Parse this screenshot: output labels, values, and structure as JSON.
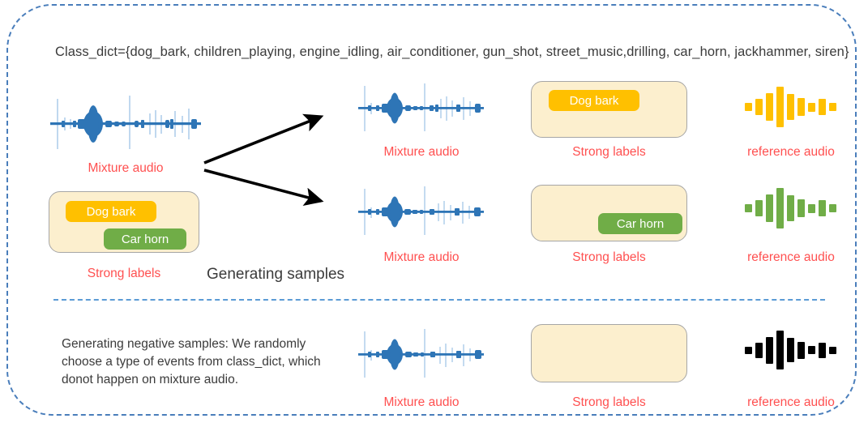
{
  "figure": {
    "class_dict_line": "Class_dict={dog_bark, children_playing, engine_idling, air_conditioner, gun_shot, street_music,drilling, car_horn, jackhammer, siren}",
    "generating_samples_label": "Generating samples",
    "negative_samples_text": "Generating negative samples: We randomly choose a type of events from class_dict, which donot happen on mixture audio."
  },
  "colors": {
    "frame_dash": "#4A7EBB",
    "divider_dash": "#5B9BD5",
    "caption_red": "#FF5050",
    "box_fill": "#FCEFCE",
    "box_border": "#A6A6A6",
    "badge_dog_bark": "#FFC000",
    "badge_car_horn": "#70AD47",
    "waveform_blue": "#2E75B6",
    "waveform_blue_light": "#9DC3E6",
    "reference_orange": "#FFC000",
    "reference_green": "#70AD47",
    "reference_black": "#000000",
    "body_text": "#3B3B3B"
  },
  "source": {
    "mixture_caption": "Mixture audio",
    "strong_labels_caption": "Strong labels",
    "badges": [
      {
        "text": "Dog bark",
        "kind": "dog"
      },
      {
        "text": "Car horn",
        "kind": "car"
      }
    ]
  },
  "rows": [
    {
      "id": "positive-dog-bark",
      "mixture_caption": "Mixture audio",
      "strong_labels_caption": "Strong labels",
      "reference_caption": "reference audio",
      "badge": {
        "text": "Dog bark",
        "kind": "dog"
      },
      "reference_color": "#FFC000"
    },
    {
      "id": "positive-car-horn",
      "mixture_caption": "Mixture audio",
      "strong_labels_caption": "Strong labels",
      "reference_caption": "reference audio",
      "badge": {
        "text": "Car horn",
        "kind": "car"
      },
      "reference_color": "#70AD47"
    },
    {
      "id": "negative-sample",
      "mixture_caption": "Mixture audio",
      "strong_labels_caption": "Strong labels",
      "reference_caption": "reference audio",
      "badge": null,
      "reference_color": "#000000"
    }
  ],
  "reference_bar_heights": [
    10,
    20,
    34,
    50,
    32,
    22,
    11,
    20,
    10
  ],
  "reference_bar_heights_black": [
    9,
    19,
    33,
    48,
    30,
    21,
    10,
    19,
    9
  ],
  "icons": {
    "mixture_waveform": "audio-waveform-icon",
    "reference_bars": "audio-bars-icon",
    "branch_arrows": "branch-arrows-icon"
  }
}
